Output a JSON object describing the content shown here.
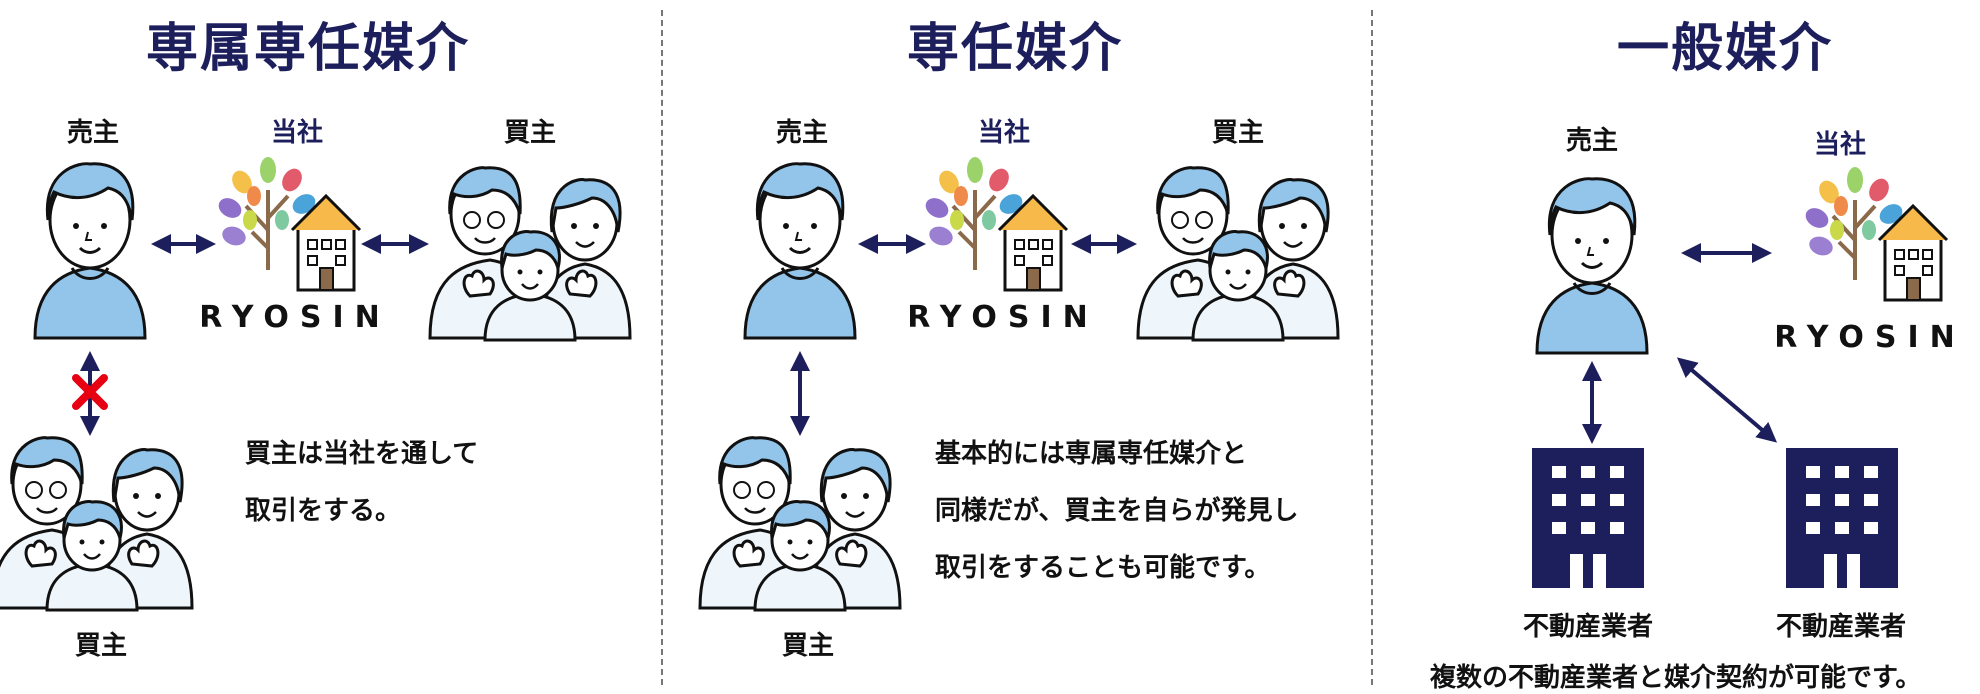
{
  "panels": [
    {
      "title": "専属専任媒介",
      "seller": "売主",
      "company": "当社",
      "buyer": "買主",
      "buyer_bottom": "買主",
      "description": [
        "買主は当社を通して",
        "取引をする。"
      ]
    },
    {
      "title": "専任媒介",
      "seller": "売主",
      "company": "当社",
      "buyer": "買主",
      "buyer_bottom": "買主",
      "description": [
        "基本的には専属専任媒介と",
        "同様だが、買主を自らが発見し",
        "取引をすることも可能です。"
      ]
    },
    {
      "title": "一般媒介",
      "seller": "売主",
      "company": "当社",
      "agency_left": "不動産業者",
      "agency_right": "不動産業者",
      "footer": "複数の不動産業者と媒介契約が可能です。"
    }
  ],
  "logo_text": "RYOSIN",
  "colors": {
    "navy": "#1d1f5c",
    "person_blue": "#93c5ea",
    "cross_red": "#e60012"
  }
}
